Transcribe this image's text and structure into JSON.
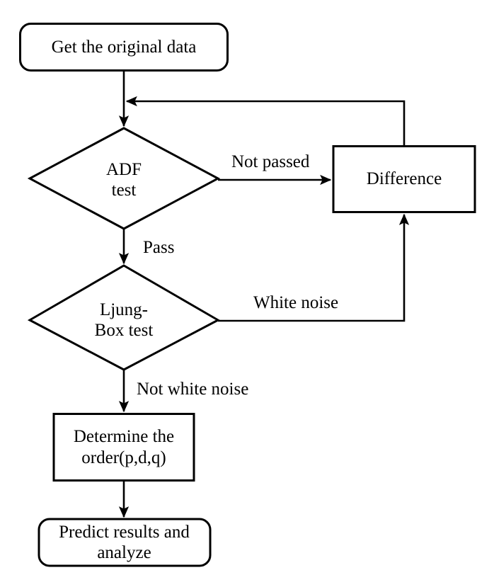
{
  "diagram": {
    "type": "flowchart",
    "title": "ARIMA time series modeling flowchart",
    "background_color": "#ffffff",
    "stroke_color": "#000000",
    "text_color": "#000000",
    "nodes": [
      {
        "id": "start",
        "shape": "rounded-rectangle",
        "label": "Get the original data"
      },
      {
        "id": "adf",
        "shape": "diamond",
        "label": "ADF\ntest"
      },
      {
        "id": "difference",
        "shape": "rectangle",
        "label": "Difference"
      },
      {
        "id": "ljungbox",
        "shape": "diamond",
        "label": "Ljung-\nBox test"
      },
      {
        "id": "order",
        "shape": "rectangle",
        "label": "Determine the\norder(p,d,q)"
      },
      {
        "id": "predict",
        "shape": "rounded-rectangle",
        "label": "Predict results and\nanalyze"
      }
    ],
    "edges": [
      {
        "id": "start-to-adf",
        "from": "start",
        "to": "adf",
        "label": ""
      },
      {
        "id": "adf-to-difference",
        "from": "adf",
        "to": "difference",
        "label": "Not passed"
      },
      {
        "id": "adf-to-ljungbox",
        "from": "adf",
        "to": "ljungbox",
        "label": "Pass"
      },
      {
        "id": "difference-to-adf-input",
        "from": "difference",
        "to": "adf",
        "label": ""
      },
      {
        "id": "ljungbox-to-difference",
        "from": "ljungbox",
        "to": "difference",
        "label": "White noise"
      },
      {
        "id": "ljungbox-to-order",
        "from": "ljungbox",
        "to": "order",
        "label": "Not white noise"
      },
      {
        "id": "order-to-predict",
        "from": "order",
        "to": "predict",
        "label": ""
      }
    ]
  }
}
